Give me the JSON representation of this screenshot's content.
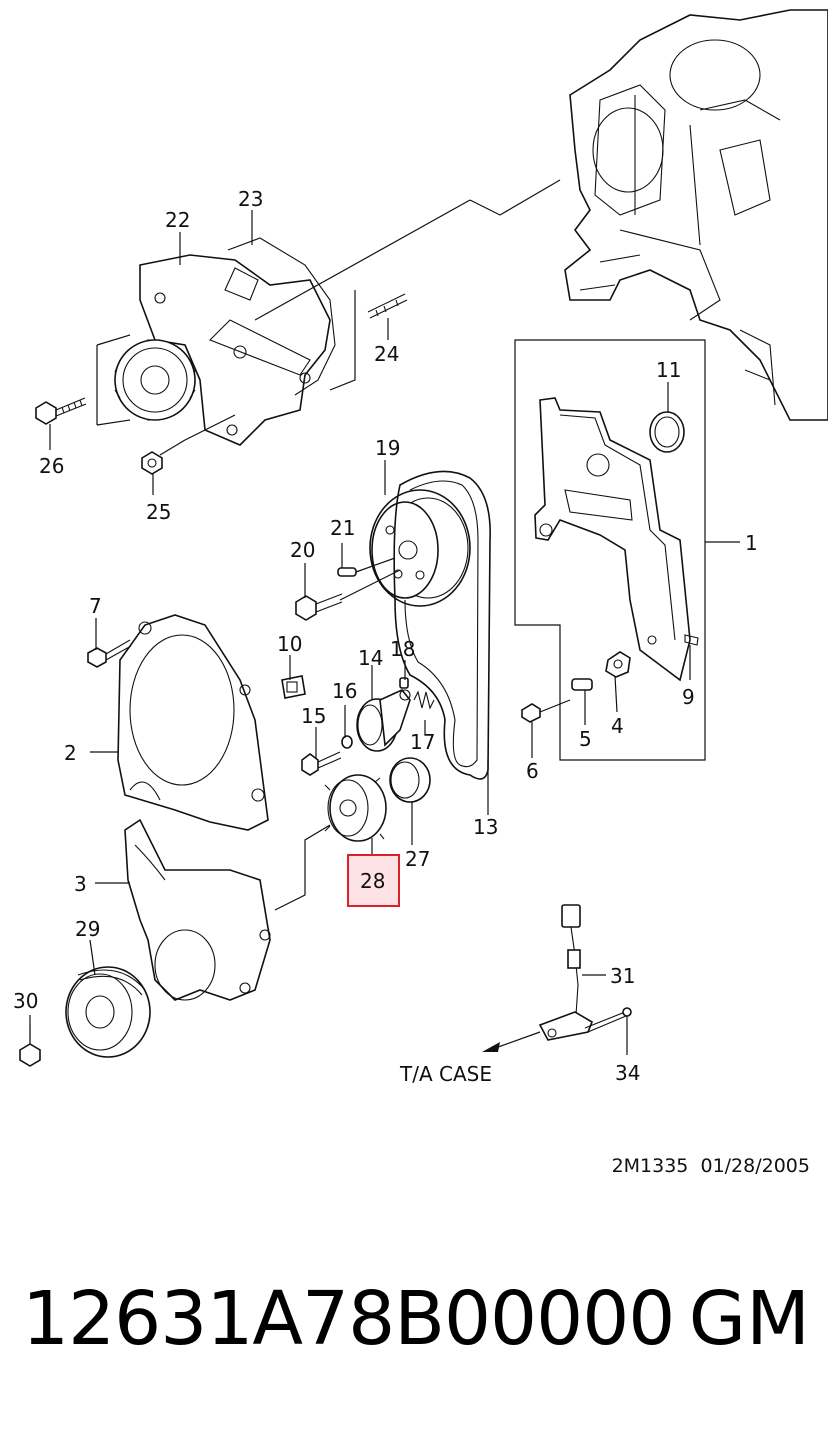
{
  "diagram": {
    "callouts": [
      "1",
      "2",
      "3",
      "4",
      "5",
      "6",
      "7",
      "9",
      "10",
      "11",
      "13",
      "14",
      "15",
      "16",
      "17",
      "18",
      "19",
      "20",
      "21",
      "22",
      "23",
      "24",
      "25",
      "26",
      "27",
      "28",
      "29",
      "30",
      "31",
      "34"
    ],
    "highlighted_callout": "28",
    "annotation": "T/A CASE",
    "highlight_color": "#d9222a",
    "highlight_fill": "#fde3e6"
  },
  "reference": "2M1335  01/28/2005",
  "part_number": "12631A78B00000",
  "brand": "GM"
}
